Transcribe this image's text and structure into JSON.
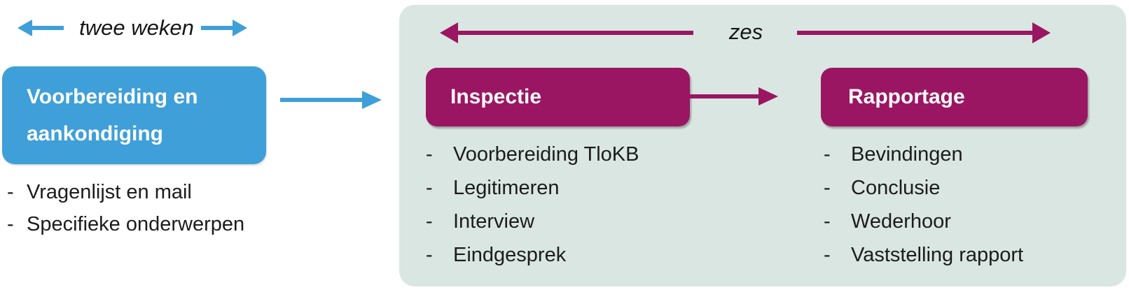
{
  "list_marker": "-",
  "colors": {
    "blue_accent": "#3f9fd8",
    "magenta_accent": "#9a1663",
    "panel_background": "#d9e6e1",
    "text": "#1c1c1c",
    "box_text": "#ffffff"
  },
  "left_section": {
    "duration_label": "twee weken",
    "box_title": "Voorbereiding en aankondiging",
    "items": [
      "Vragenlijst en mail",
      "Specifieke onderwerpen"
    ]
  },
  "panel": {
    "duration_label": "zes",
    "inspectie": {
      "title": "Inspectie",
      "items": [
        "Voorbereiding TloKB",
        "Legitimeren",
        "Interview",
        "Eindgesprek"
      ]
    },
    "rapportage": {
      "title": "Rapportage",
      "items": [
        "Bevindingen",
        "Conclusie",
        "Wederhoor",
        "Vaststelling rapport"
      ]
    }
  }
}
